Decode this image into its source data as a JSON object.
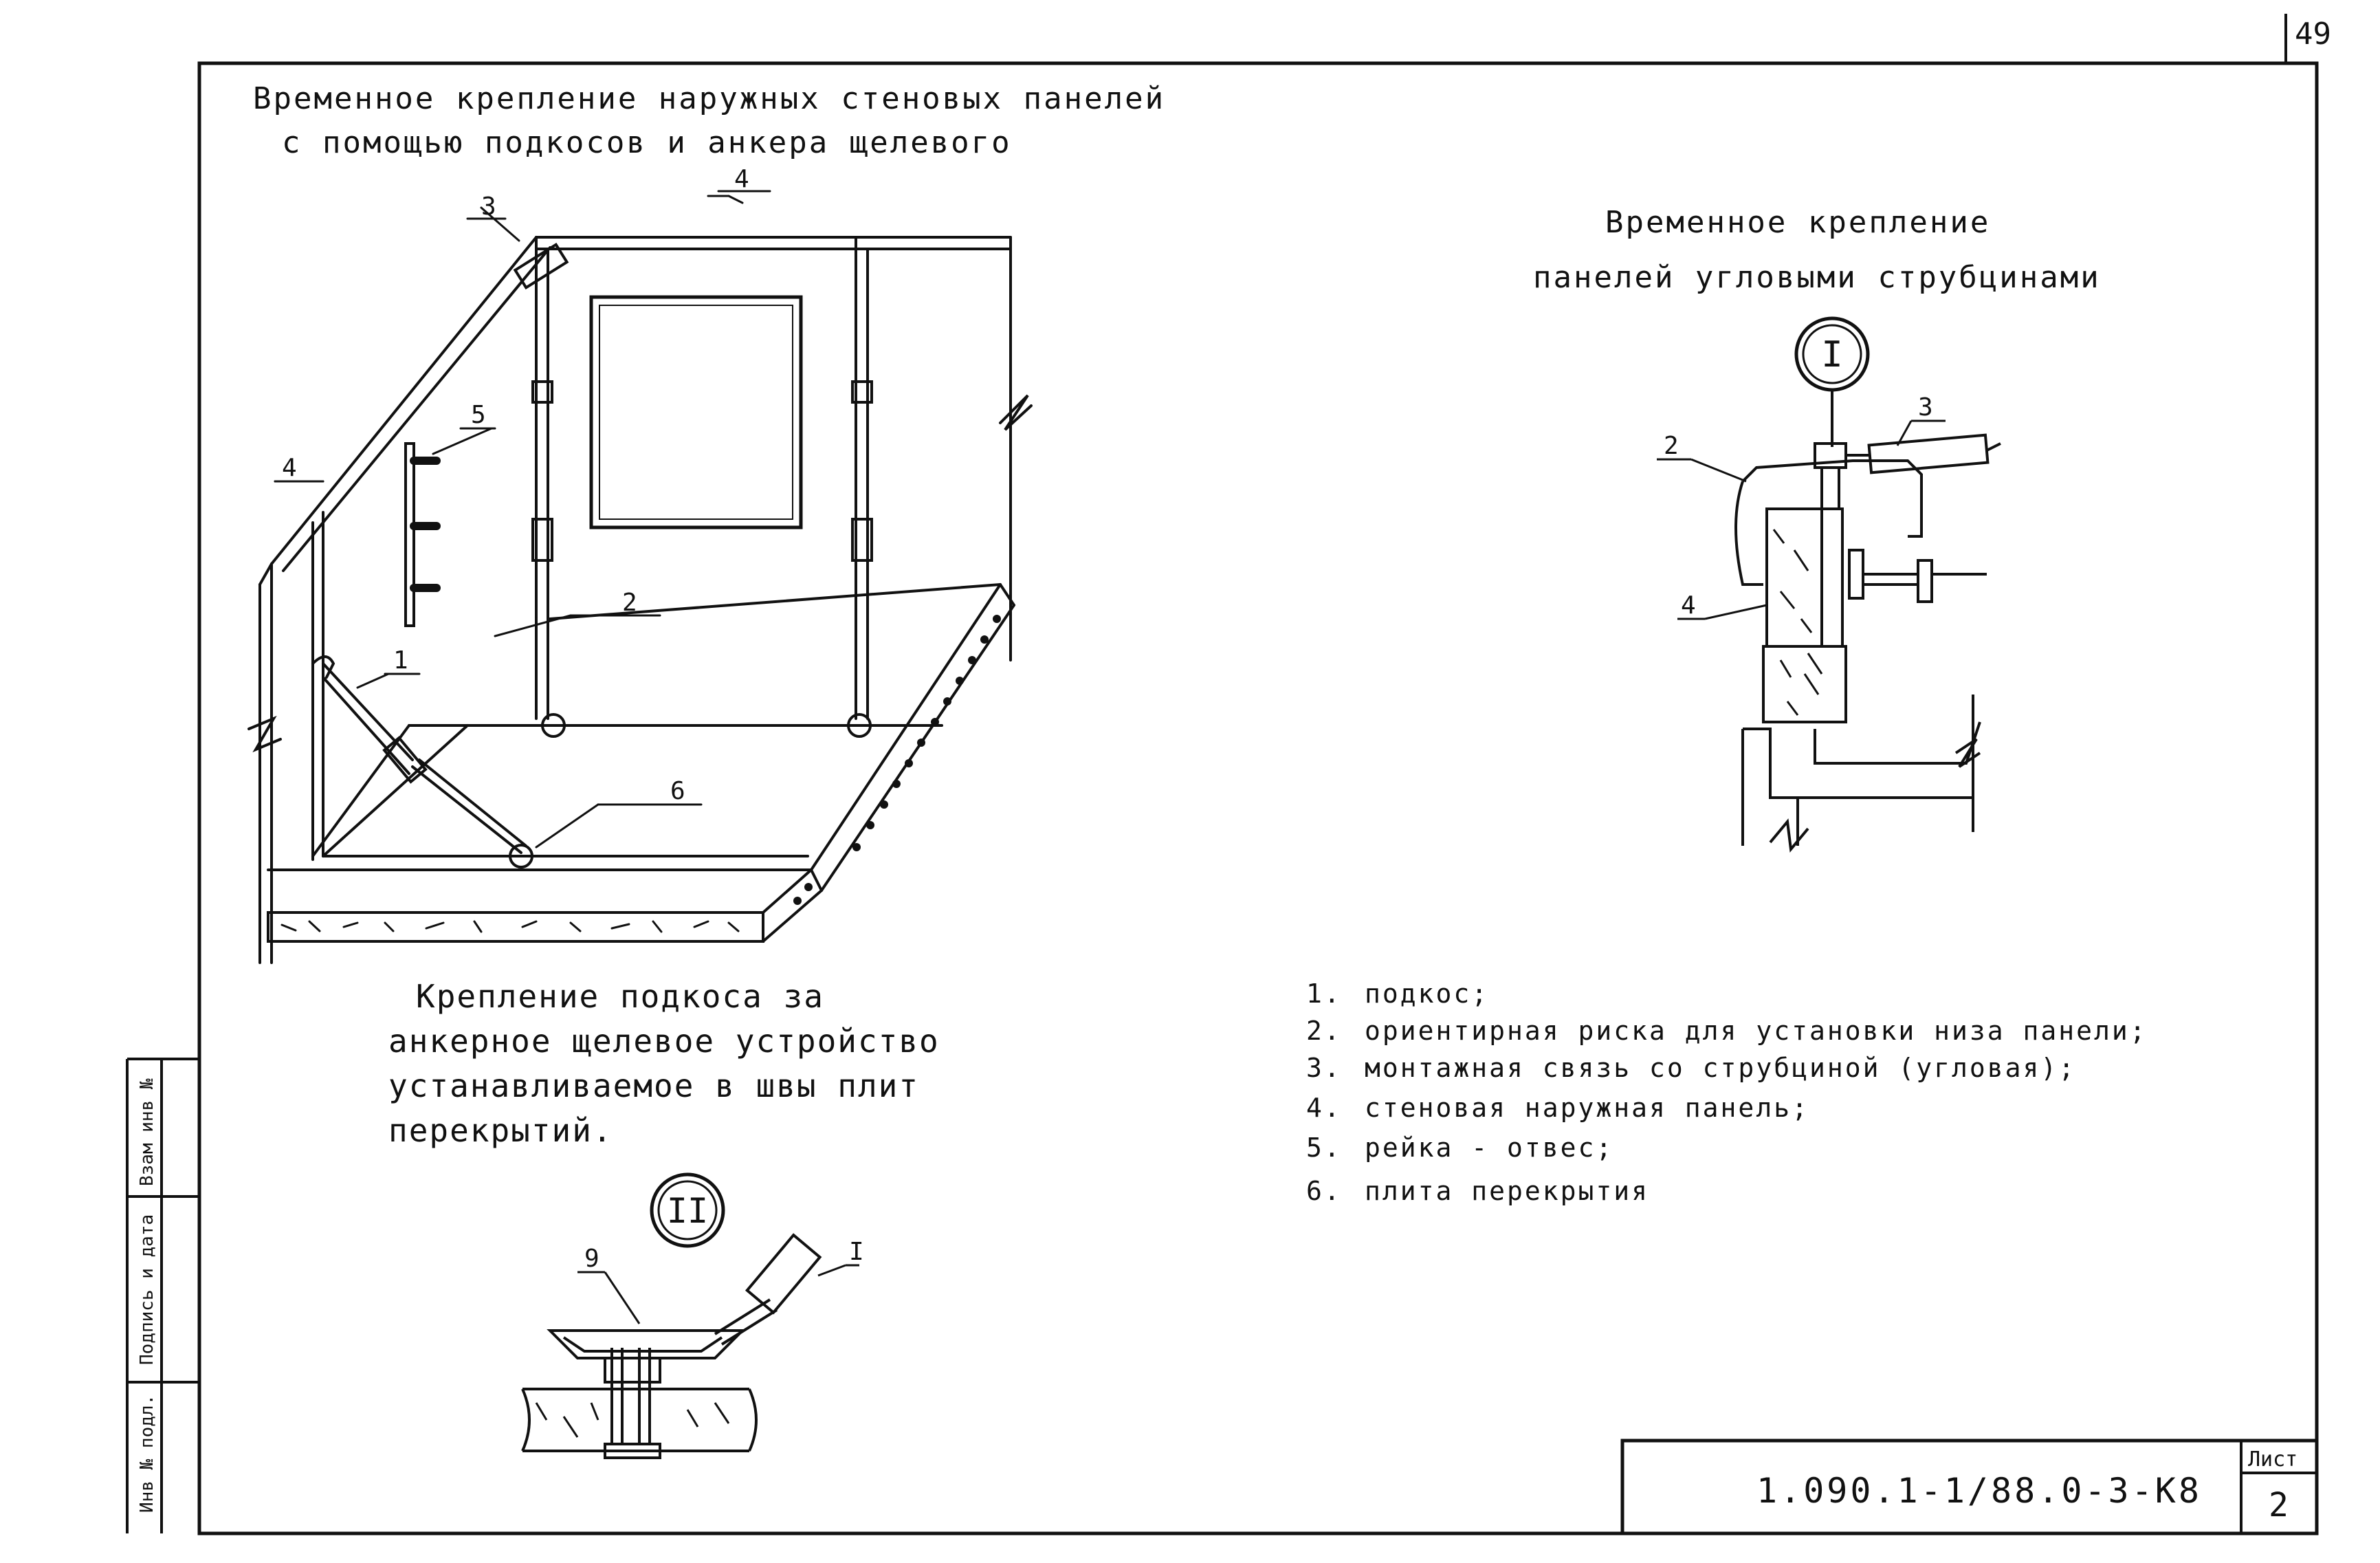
{
  "sheet_number": "49",
  "title_left": {
    "line1": "Временное крепление наружных стеновых панелей",
    "line2": "с помощью подкосов и анкера щелевого"
  },
  "title_right": {
    "line1": "Временное крепление",
    "line2": "панелей угловыми струбцинами"
  },
  "caption_left": {
    "line1": "Крепление подкоса за",
    "line2": "анкерное щелевое устройство",
    "line3": "устанавливаемое в швы плит",
    "line4": "перекрытий."
  },
  "callouts_main": [
    "1",
    "2",
    "3",
    "4",
    "4",
    "5",
    "6"
  ],
  "callouts_detail1": [
    "2",
    "3",
    "4"
  ],
  "callouts_detail2": [
    "9",
    "I"
  ],
  "detail_markers": [
    "I",
    "II"
  ],
  "legend": [
    {
      "num": "1.",
      "text": "подкос;"
    },
    {
      "num": "2.",
      "text": "ориентирная риска для установки низа панели;"
    },
    {
      "num": "3.",
      "text": "монтажная связь со струбциной (угловая);"
    },
    {
      "num": "4.",
      "text": "стеновая наружная панель;"
    },
    {
      "num": "5.",
      "text": "рейка - отвес;"
    },
    {
      "num": "6.",
      "text": "плита перекрытия"
    }
  ],
  "side_stamp": [
    "Инв № подл.",
    "Подпись и дата",
    "Взам инв №"
  ],
  "code": "1.090.1-1/88.0-3-К8",
  "sheet_label": "Лист",
  "sheet_value": "2"
}
